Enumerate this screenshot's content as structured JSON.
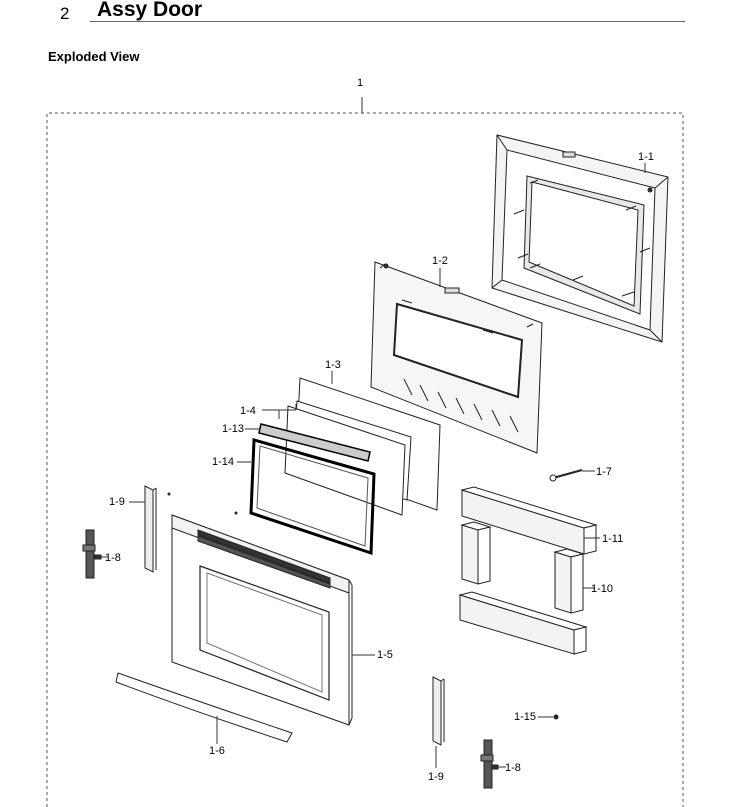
{
  "header": {
    "number": "2",
    "title": "Assy Door"
  },
  "subtitle": "Exploded View",
  "callouts": {
    "assembly": "1",
    "outer_frame": "1-1",
    "inner_frame": "1-2",
    "glass_panel": "1-3",
    "glass_pair": "1-4",
    "door_front": "1-5",
    "handle": "1-6",
    "screw": "1-7",
    "hinge_left": "1-8",
    "hinge_bottom": "1-8",
    "bracket_left": "1-9",
    "bracket_bottom": "1-9",
    "insulation_side": "1-10",
    "insulation_top": "1-11",
    "glass_clip": "1-13",
    "glass_holder": "1-14",
    "small_screw": "1-15"
  }
}
